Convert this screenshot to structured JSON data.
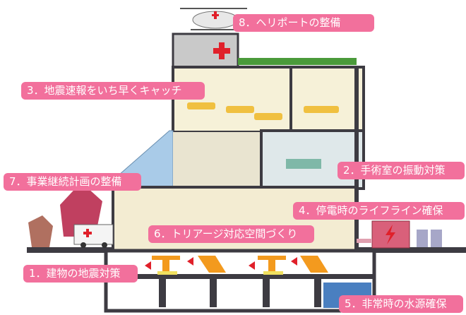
{
  "labels": {
    "helipad": "8．ヘリポートの整備",
    "earthquake_alert": "3．地震速報をいち早くキャッチ",
    "operating_room": "2．手術室の振動対策",
    "bcp": "7．事業継続計画の整備",
    "lifeline": "4．停電時のライフライン確保",
    "triage": "6．トリアージ対応空間づくり",
    "building_seismic": "1．建物の地震対策",
    "water_source": "5．非常時の水源確保"
  },
  "colors": {
    "label_bg": "#f2709c",
    "frame": "#3d3b42",
    "interior": "#f6f1d8",
    "glass": "#a9cbe8",
    "isolator": "#f39a1e",
    "water": "#4a7fc0",
    "cross": "#e0202a"
  }
}
